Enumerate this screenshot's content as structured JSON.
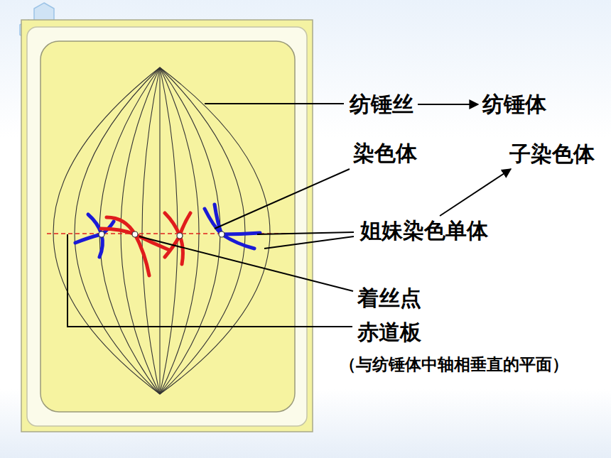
{
  "diagram": {
    "nodes": [
      {
        "text": [
          "纺锤丝"
        ]
      },
      {
        "text": [
          "纺锤体"
        ]
      },
      {
        "text": [
          "子染色体"
        ]
      },
      {
        "text": [
          "姐妹染色单体"
        ]
      }
    ],
    "edges": [
      {
        "from": 0,
        "to": 1,
        "arrow": "to"
      },
      {
        "from": 3,
        "to": 2,
        "arrow": "to"
      }
    ],
    "labels": [
      "染色体",
      "着丝点",
      "赤道板",
      "（与纺锤体中轴相垂直的平面）"
    ]
  }
}
